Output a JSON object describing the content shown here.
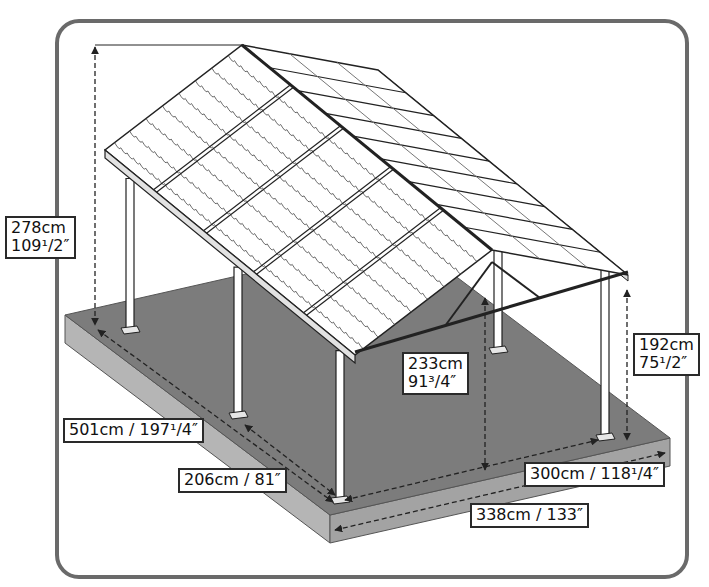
{
  "diagram": {
    "nodes": [
      {
        "text": [
          "278cm 109¹/2″"
        ]
      },
      {
        "text": [
          "192cm 75¹/2″"
        ]
      },
      {
        "text": [
          "233cm 91³/4″"
        ]
      },
      {
        "text": [
          "501cm / 197¹/4″"
        ]
      },
      {
        "text": [
          "300cm / 118¹/4″"
        ]
      },
      {
        "text": [
          "206cm / 81″"
        ]
      },
      {
        "text": [
          "338cm / 133″"
        ]
      }
    ]
  }
}
